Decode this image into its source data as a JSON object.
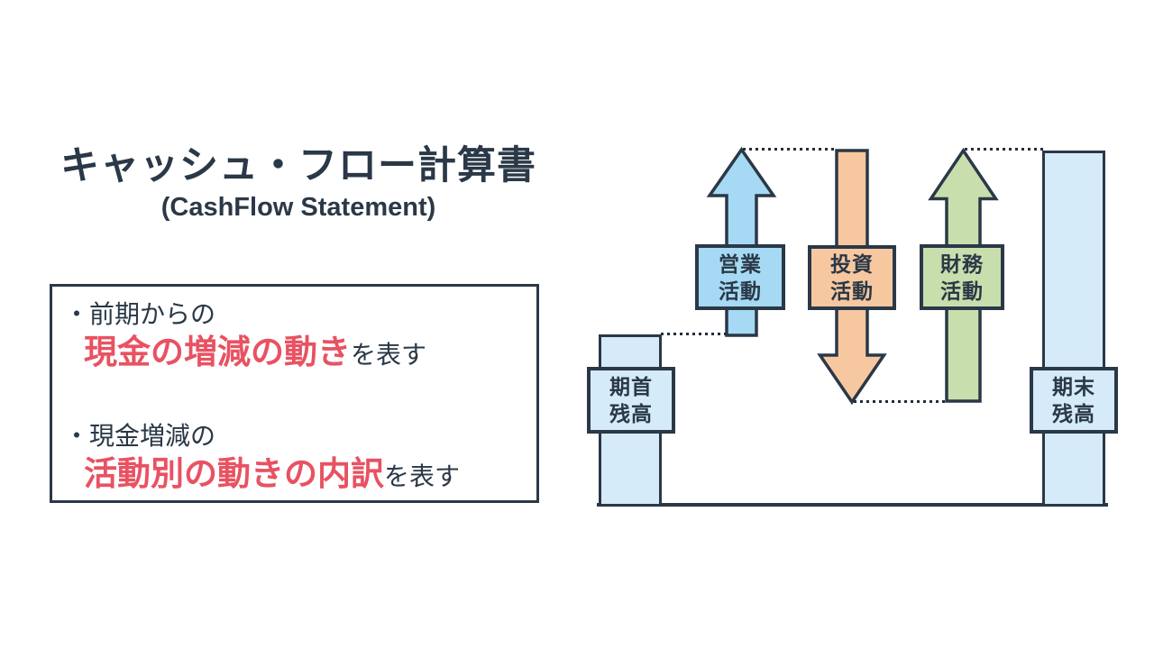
{
  "title": {
    "main": "キャッシュ・フロー計算書",
    "sub": "(CashFlow Statement)"
  },
  "notes": {
    "items": [
      {
        "prefix": "・前期からの",
        "highlight": "現金の増減の動き",
        "suffix": "を表す"
      },
      {
        "prefix": "・現金増減の",
        "highlight": "活動別の動きの内訳",
        "suffix": "を表す"
      }
    ]
  },
  "diagram": {
    "flow_labels": [
      {
        "line1": "営業",
        "line2": "活動",
        "direction": "up"
      },
      {
        "line1": "投資",
        "line2": "活動",
        "direction": "down"
      },
      {
        "line1": "財務",
        "line2": "活動",
        "direction": "up"
      }
    ],
    "balance_labels": [
      {
        "line1": "期首",
        "line2": "残高"
      },
      {
        "line1": "期末",
        "line2": "残高"
      }
    ]
  },
  "palette": {
    "ink": "#2a3847",
    "highlight_red": "#e85262",
    "operating_blue": "#a6d9f3",
    "investing_orange": "#f7c8a0",
    "financing_green": "#c8dfad",
    "balance_light_blue": "#d5ebf9",
    "background": "#ffffff"
  }
}
